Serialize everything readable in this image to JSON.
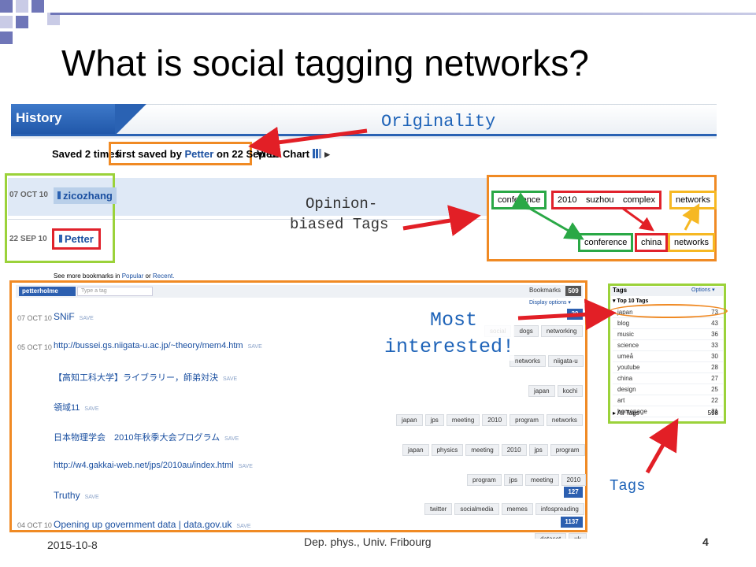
{
  "slide": {
    "title": "What is social tagging networks?",
    "footer_date": "2015-10-8",
    "footer_center": "Dep. phys., Univ. Fribourg",
    "page_number": "4"
  },
  "history": {
    "tab_label": "History",
    "saved_prefix": "Saved 2 times",
    "first_saved_by": "first saved by",
    "first_user": "Petter",
    "first_date": "on 22 Sep 10.",
    "view_chart": "View Chart",
    "rows": [
      {
        "date": "07 OCT 10",
        "user": "zicozhang"
      },
      {
        "date": "22 SEP 10",
        "user": "Petter"
      }
    ],
    "see_more_prefix": "See more bookmarks in",
    "see_more_popular": "Popular",
    "see_more_or": "or",
    "see_more_recent": "Recent."
  },
  "annotations": {
    "originality": "Originality",
    "opinion_line1": "Opinion-",
    "opinion_line2": "biased Tags",
    "most_line1": "Most",
    "most_line2": "interested!",
    "tags": "Tags"
  },
  "opinion_tags": {
    "top": [
      "conference",
      "2010",
      "suzhou",
      "complex",
      "networks"
    ],
    "bottom": [
      "conference",
      "china",
      "networks"
    ]
  },
  "bookmarks": {
    "user": "petterholme",
    "tag_placeholder": "Type a tag",
    "header_label": "Bookmarks",
    "header_count": "509",
    "display_options": "Display options",
    "save_label": "SAVE",
    "items": [
      {
        "date": "07 OCT 10",
        "title": "SNiF",
        "count": "20",
        "tags": [
          "social",
          "dogs",
          "networking"
        ]
      },
      {
        "date": "05 OCT 10",
        "title": "http://bussei.gs.niigata-u.ac.jp/~theory/mem4.htm",
        "count": "",
        "tags": [
          "networks",
          "niigata-u"
        ]
      },
      {
        "date": "",
        "title": "【高知工科大学】ライブラリー，師弟対決",
        "count": "",
        "tags": [
          "japan",
          "kochi"
        ]
      },
      {
        "date": "",
        "title": "領域11",
        "count": "",
        "tags": [
          "japan",
          "jps",
          "meeting",
          "2010",
          "program",
          "networks"
        ]
      },
      {
        "date": "",
        "title": "日本物理学会　2010年秋季大会プログラム",
        "count": "",
        "tags": [
          "japan",
          "physics",
          "meeting",
          "2010",
          "jps",
          "program"
        ]
      },
      {
        "date": "",
        "title": "http://w4.gakkai-web.net/jps/2010au/index.html",
        "count": "",
        "tags": [
          "program",
          "jps",
          "meeting",
          "2010"
        ]
      },
      {
        "date": "",
        "title": "Truthy",
        "count": "127",
        "tags": [
          "twitter",
          "socialmedia",
          "memes",
          "infospreading"
        ]
      },
      {
        "date": "04 OCT 10",
        "title": "Opening up government data | data.gov.uk",
        "count": "1137",
        "tags": [
          "dataset",
          "uk"
        ]
      }
    ]
  },
  "tags_panel": {
    "title": "Tags",
    "options": "Options",
    "top_label": "Top 10 Tags",
    "all_label": "All Tags",
    "all_count": "598",
    "items": [
      {
        "name": "japan",
        "count": "73"
      },
      {
        "name": "blog",
        "count": "43"
      },
      {
        "name": "music",
        "count": "36"
      },
      {
        "name": "science",
        "count": "33"
      },
      {
        "name": "umeå",
        "count": "30"
      },
      {
        "name": "youtube",
        "count": "28"
      },
      {
        "name": "china",
        "count": "27"
      },
      {
        "name": "design",
        "count": "25"
      },
      {
        "name": "art",
        "count": "22"
      },
      {
        "name": "homepage",
        "count": "21"
      }
    ]
  },
  "colors": {
    "accent_blue": "#2a62b3",
    "orange": "#f08a24",
    "green": "#9bd23a",
    "red_arrow": "#e21f26"
  }
}
